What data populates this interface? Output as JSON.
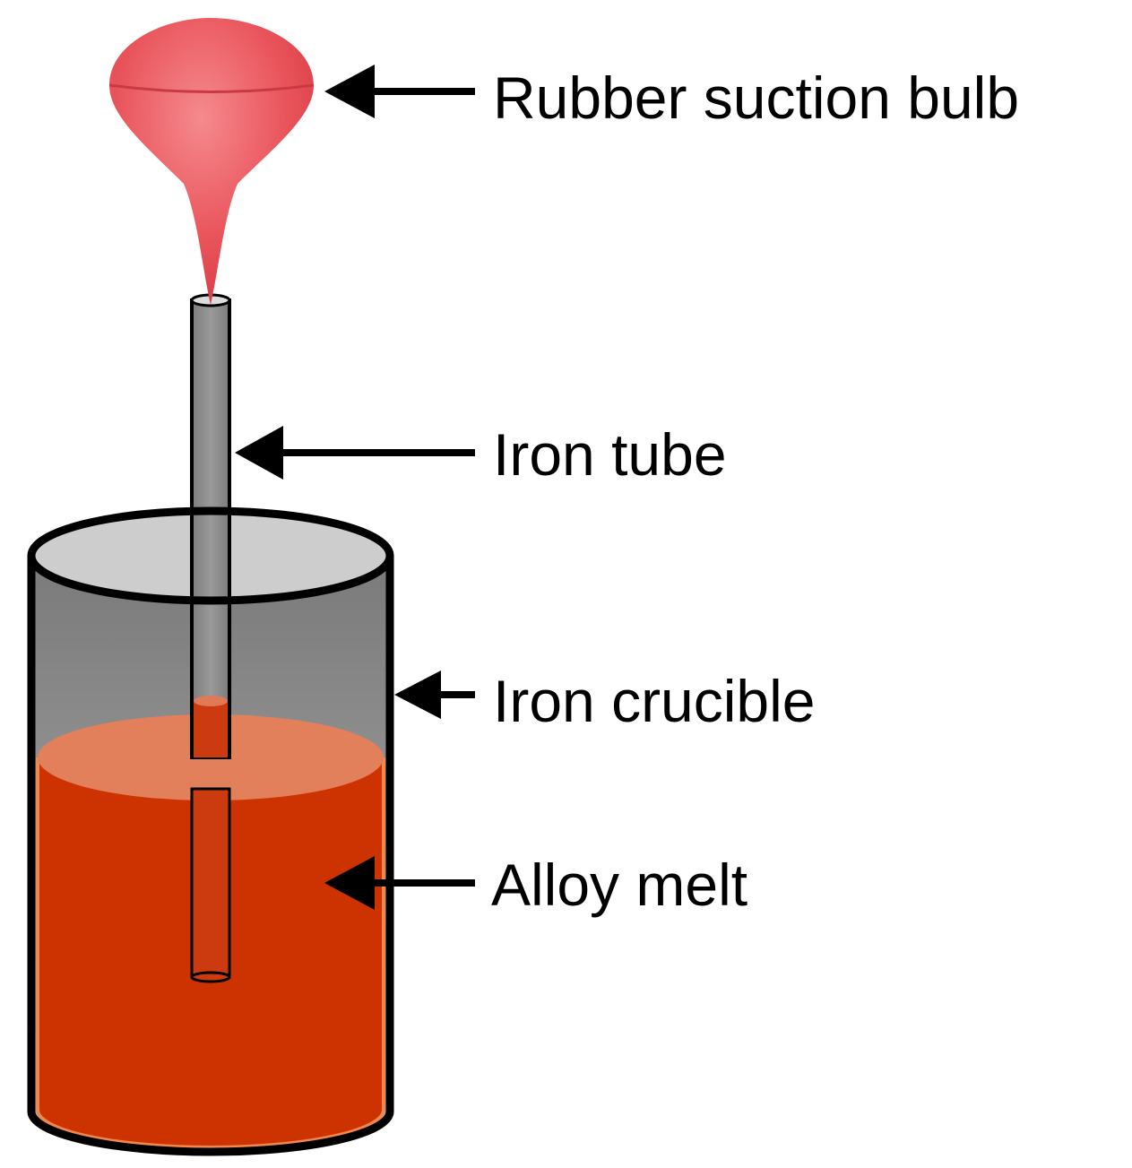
{
  "labels": {
    "bulb": "Rubber suction bulb",
    "tube": "Iron tube",
    "crucible": "Iron crucible",
    "melt": "Alloy melt"
  },
  "colors": {
    "bulb": "#e8474f",
    "bulb_highlight": "#f47a80",
    "tube": "#8a8a8a",
    "crucible_wall": "#a9a9a9",
    "crucible_top": "#cfcfcf",
    "melt_body": "#cc3300",
    "melt_surface": "#e2805c",
    "melt_in_tube": "#cc3a10",
    "outline": "#000000"
  }
}
